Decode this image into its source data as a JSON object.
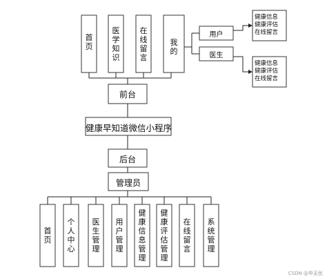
{
  "top": {
    "items": [
      {
        "label": "首页"
      },
      {
        "label": "医学知识"
      },
      {
        "label": "在线留言"
      },
      {
        "label": "我的"
      }
    ]
  },
  "mine": {
    "user": {
      "label": "用户",
      "features": [
        "健康信息",
        "健康评估",
        "在线留言"
      ]
    },
    "doctor": {
      "label": "医生",
      "features": [
        "健康信息",
        "健康评估",
        "在线留言"
      ]
    }
  },
  "frontend": {
    "label": "前台"
  },
  "center": {
    "label": "健康早知道微信小程序"
  },
  "backend": {
    "label": "后台"
  },
  "admin": {
    "label": "管理员"
  },
  "bottom": {
    "items": [
      {
        "label": "首页"
      },
      {
        "label": "个人中心"
      },
      {
        "label": "医生管理"
      },
      {
        "label": "用户管理"
      },
      {
        "label": "健康信息管理"
      },
      {
        "label": "健康评估管理"
      },
      {
        "label": "在线留言"
      },
      {
        "label": "系统管理"
      }
    ]
  },
  "watermark": "CSDN @毕无忧"
}
